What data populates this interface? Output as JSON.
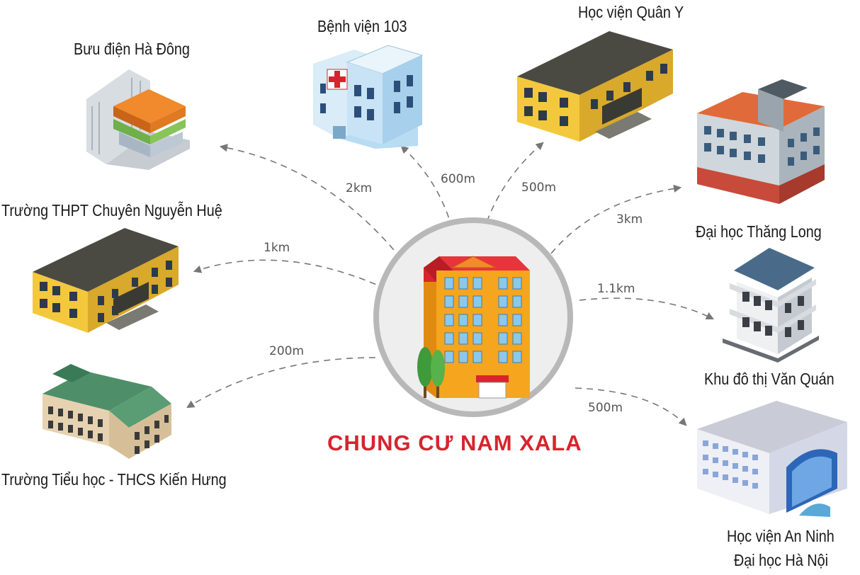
{
  "center": {
    "title": "CHUNG CƯ NAM XALA",
    "title_color": "#d7242e",
    "circle_fill": "#eeeeee",
    "circle_stroke": "#b8b8b8",
    "building_icon": "apartment-building-icon"
  },
  "colors": {
    "route_line": "#777777",
    "label_text": "#1a1a1a",
    "distance_text": "#555555"
  },
  "destinations": [
    {
      "id": "buu-dien-ha-dong",
      "name": "Bưu điện Hà Đông",
      "distance": "2km",
      "icon": "post-office-building-icon"
    },
    {
      "id": "benh-vien-103",
      "name": "Bệnh viện 103",
      "distance": "600m",
      "icon": "hospital-building-icon"
    },
    {
      "id": "hoc-vien-quan-y",
      "name": "Học viện Quân Y",
      "distance": "500m",
      "icon": "academy-building-icon"
    },
    {
      "id": "dai-hoc-thang-long",
      "name": "Đại học Thăng Long",
      "distance": "3km",
      "icon": "university-building-icon"
    },
    {
      "id": "khu-do-thi-van-quan",
      "name": "Khu đô thị Văn Quán",
      "distance": "1.1km",
      "icon": "urban-area-building-icon"
    },
    {
      "id": "hoc-vien-an-ninh",
      "name_lines": [
        "Học viện An Ninh",
        "Đại học Hà Nội"
      ],
      "distance": "500m",
      "icon": "security-academy-building-icon"
    },
    {
      "id": "truong-tieu-hoc-thcs",
      "name": "Trường Tiểu học - THCS Kiến Hưng",
      "distance": "200m",
      "icon": "primary-school-building-icon"
    },
    {
      "id": "truong-thpt",
      "name": "Trường THPT Chuyên Nguyễn Huệ",
      "distance": "1km",
      "icon": "high-school-building-icon"
    }
  ]
}
